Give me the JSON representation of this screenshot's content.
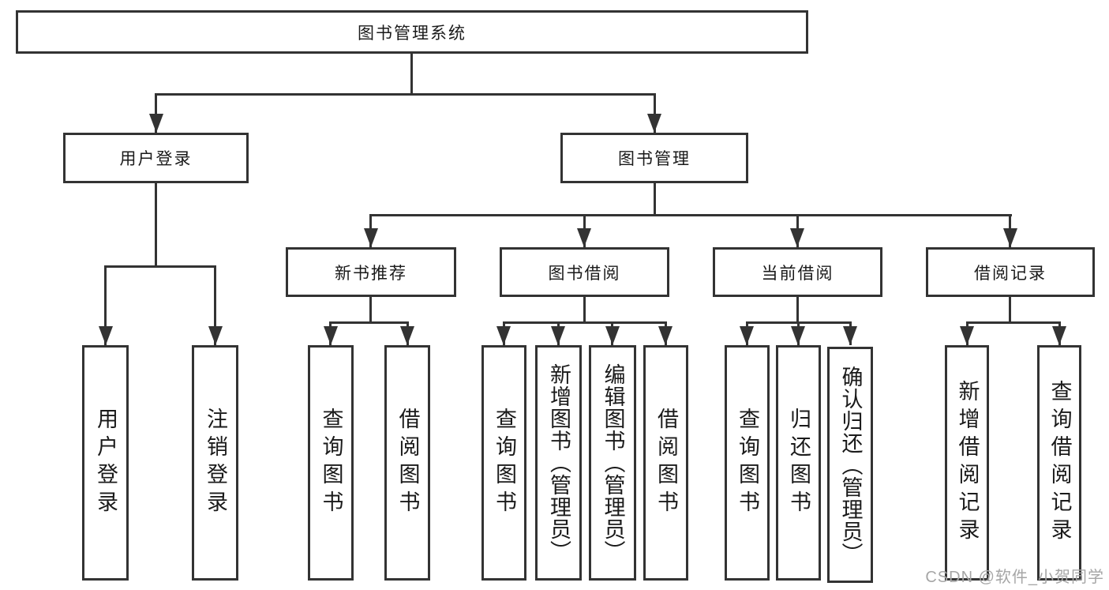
{
  "tree": {
    "root": {
      "label": "图书管理系统"
    },
    "branches": [
      {
        "label": "用户登录",
        "children": [
          {
            "label": "用户登录"
          },
          {
            "label": "注销登录"
          }
        ]
      },
      {
        "label": "图书管理",
        "children": [
          {
            "label": "新书推荐",
            "children": [
              {
                "label": "查询图书"
              },
              {
                "label": "借阅图书"
              }
            ]
          },
          {
            "label": "图书借阅",
            "children": [
              {
                "label": "查询图书"
              },
              {
                "label": "新增图书（管理员）"
              },
              {
                "label": "编辑图书（管理员）"
              },
              {
                "label": "借阅图书"
              }
            ]
          },
          {
            "label": "当前借阅",
            "children": [
              {
                "label": "查询图书"
              },
              {
                "label": "归还图书"
              },
              {
                "label": "确认归还（管理员）"
              }
            ]
          },
          {
            "label": "借阅记录",
            "children": [
              {
                "label": "新增借阅记录"
              },
              {
                "label": "查询借阅记录"
              }
            ]
          }
        ]
      }
    ]
  },
  "watermark": {
    "text": "CSDN @软件_小贺同学"
  },
  "colors": {
    "line": "#333333",
    "text": "#1a1a1a",
    "watermark": "#a6a6a6",
    "background": "#ffffff"
  }
}
